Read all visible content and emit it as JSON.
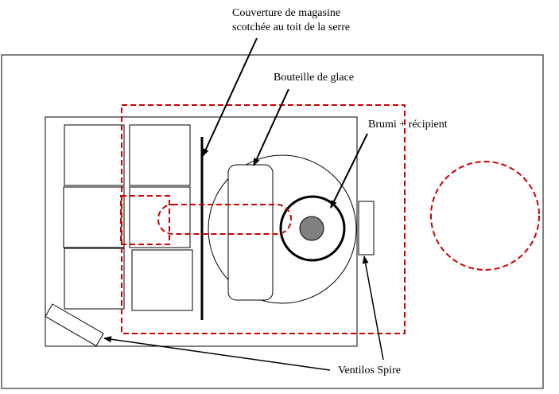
{
  "labels": {
    "cover_line1": "Couverture de magasine",
    "cover_line2": "scotchée au toit de la serre",
    "ice_bottle": "Bouteille de glace",
    "mister": "Brumi + récipient",
    "fans": "Ventilos Spire"
  },
  "colors": {
    "line": "#000000",
    "dashed": "#cc0000",
    "mister_core": "#808080",
    "background": "#ffffff"
  }
}
